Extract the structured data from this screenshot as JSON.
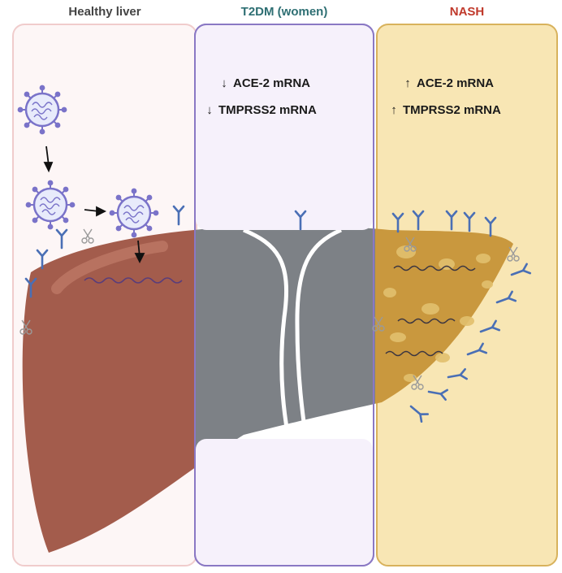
{
  "panels": {
    "healthy": {
      "title": "Healthy liver",
      "color": "#444444"
    },
    "t2dm": {
      "title": "T2DM (women)",
      "color": "#2e6f73",
      "annotations": [
        {
          "direction": "down",
          "arrow": "↓",
          "label": "ACE-2 mRNA"
        },
        {
          "direction": "down",
          "arrow": "↓",
          "label": "TMPRSS2 mRNA"
        }
      ]
    },
    "nash": {
      "title": "NASH",
      "color": "#c0392b",
      "annotations": [
        {
          "direction": "up",
          "arrow": "↑",
          "label": "ACE-2 mRNA"
        },
        {
          "direction": "up",
          "arrow": "↑",
          "label": "TMPRSS2 mRNA"
        }
      ]
    }
  },
  "colors": {
    "healthy_liver": "#a35c4c",
    "t2dm_liver": "#7d8186",
    "nash_liver": "#c9983e",
    "virus": "#7a73c9",
    "receptor": "#4a6fb5",
    "nash_panel_fill": "#f8e6b4",
    "t2dm_panel_fill": "#f6f1fb",
    "healthy_panel_fill": "#fdf6f6"
  }
}
